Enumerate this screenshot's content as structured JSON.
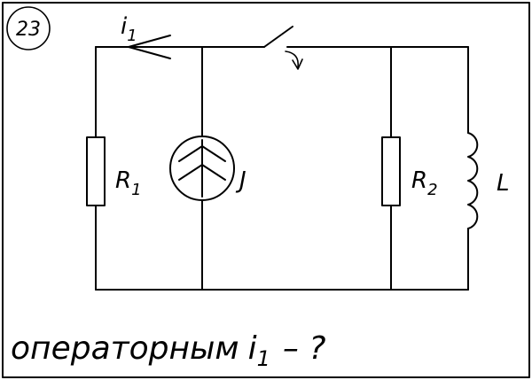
{
  "problem": {
    "number": "23",
    "question_prefix": "операторным",
    "question_var": "i",
    "question_sub": "1",
    "question_suffix": "– ?"
  },
  "labels": {
    "current_var": "i",
    "current_sub": "1",
    "r1_var": "R",
    "r1_sub": "1",
    "r2_var": "R",
    "r2_sub": "2",
    "inductor": "L",
    "source": "J"
  },
  "colors": {
    "ink": "#000000",
    "paper": "#ffffff"
  }
}
